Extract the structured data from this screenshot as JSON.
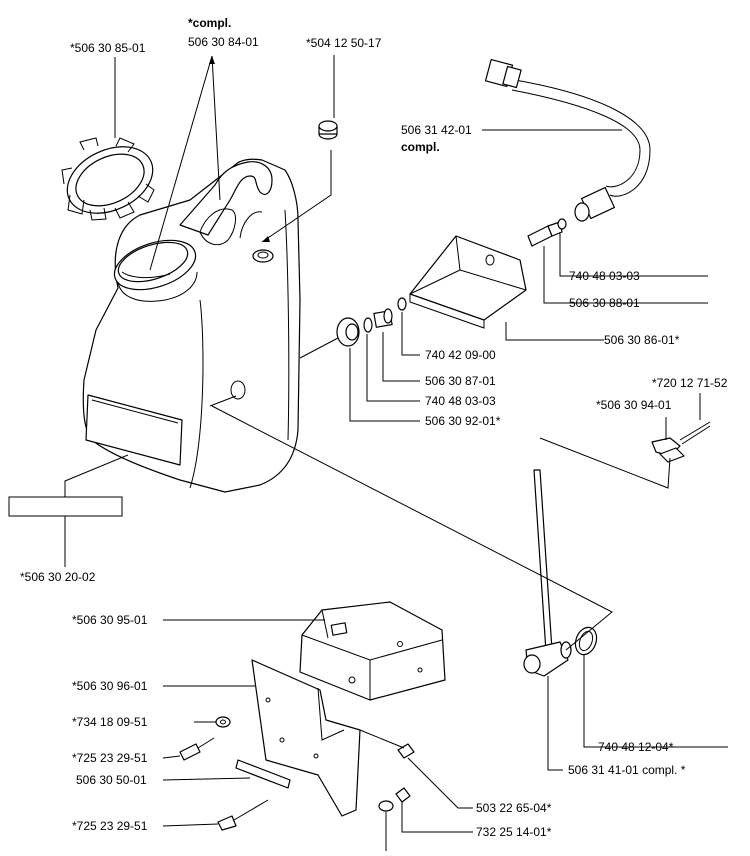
{
  "labels": {
    "compl_star": "*compl.",
    "p_506308401": "506 30 84-01",
    "p_506308501": "*506 30 85-01",
    "p_504125017": "*504 12 50-17",
    "p_506314201": "506 31 42-01",
    "compl_hose": "compl.",
    "p_740480303_a": "740 48 03-03",
    "p_506308801": "506 30 88-01",
    "p_506308601": "506 30 86-01*",
    "p_740420900": "740 42 09-00",
    "p_506308701": "506 30 87-01",
    "p_740480303_b": "740 48 03-03",
    "p_506309201": "506 30 92-01*",
    "p_720127152": "*720 12 71-52",
    "p_506309401": "*506 30 94-01",
    "p_506302002": "*506 30 20-02",
    "p_506309501": "*506 30 95-01",
    "p_506309601": "*506 30 96-01",
    "p_734180951": "*734 18 09-51",
    "p_725232951_a": "*725 23 29-51",
    "p_506305001": "506 30 50-01",
    "p_725232951_b": "*725 23 29-51",
    "p_503226504": "503 22 65-04*",
    "p_732251401": "732 25 14-01*",
    "p_740481204": "740 48 12-04*",
    "p_506314101": "506 31 41-01 compl. *"
  }
}
